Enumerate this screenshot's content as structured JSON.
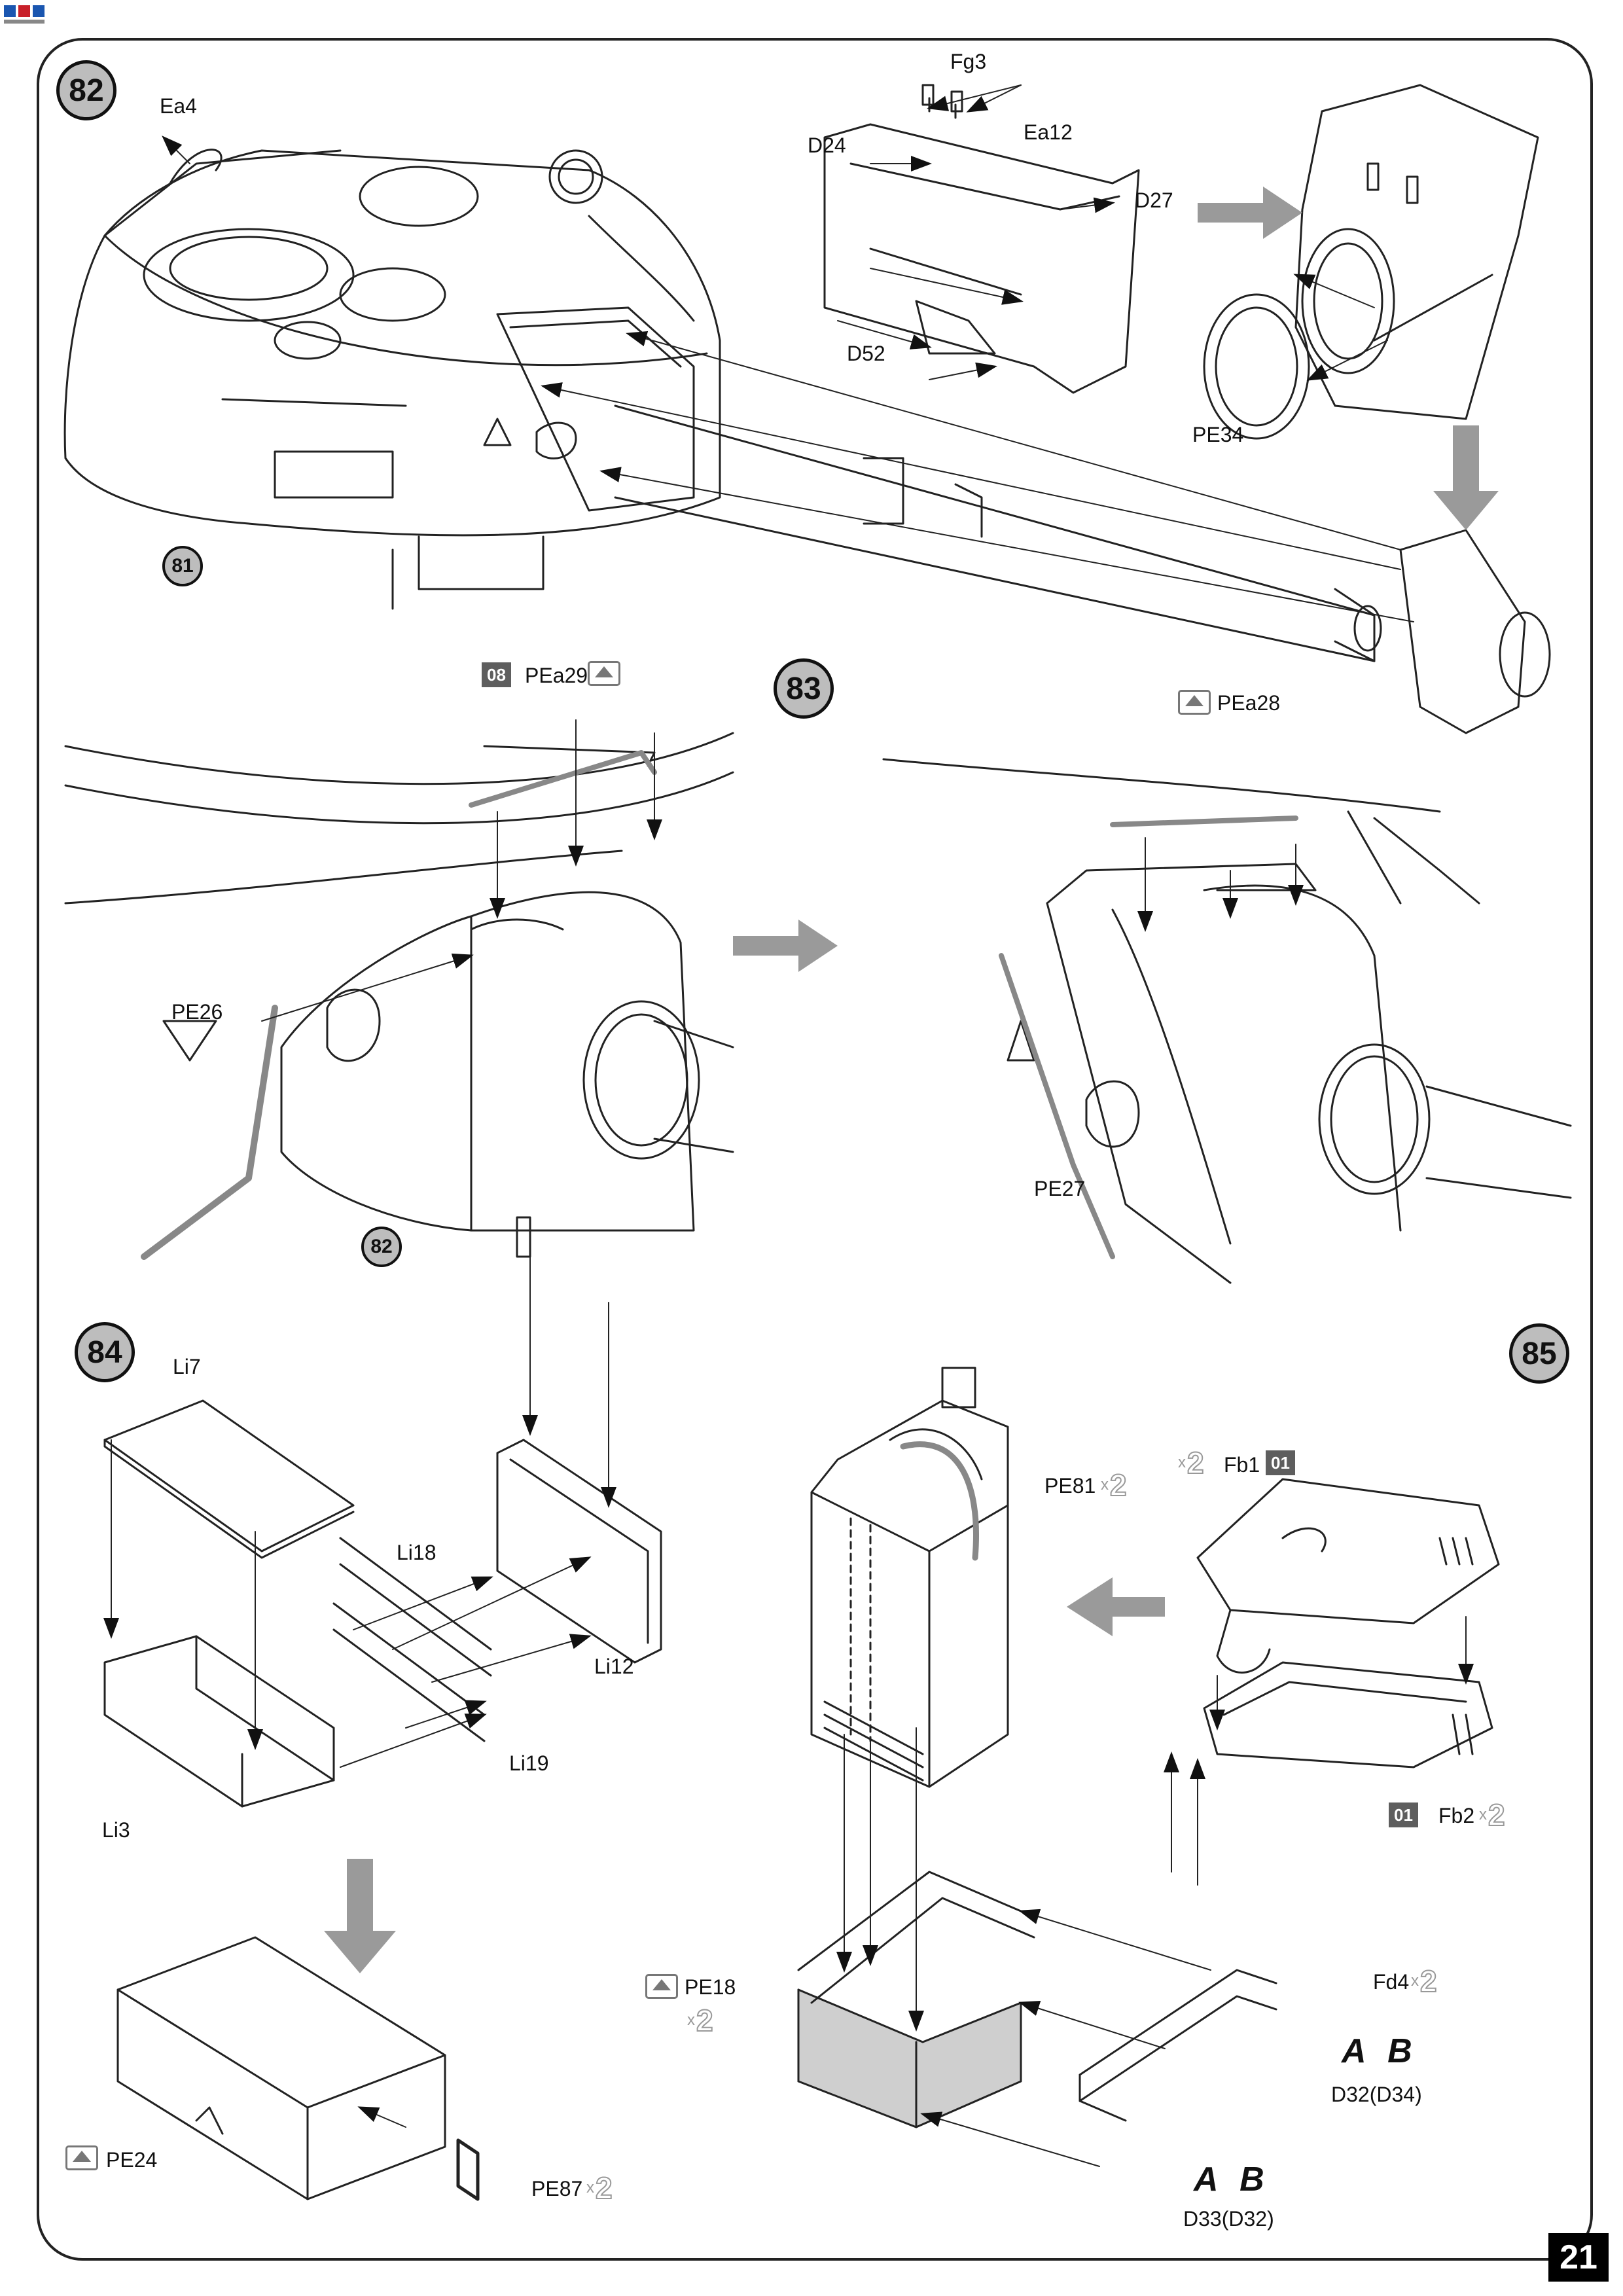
{
  "page_number": "21",
  "steps": [
    {
      "number": "82",
      "sub_ref": "81"
    },
    {
      "number": "83",
      "sub_ref": "82"
    },
    {
      "number": "84"
    },
    {
      "number": "85"
    }
  ],
  "parts": {
    "ea4": "Ea4",
    "fg3": "Fg3",
    "d24": "D24",
    "ea12": "Ea12",
    "d27": "D27",
    "d52": "D52",
    "pe34": "PE34",
    "pea29": "PEa29",
    "pe26": "PE26",
    "pea28": "PEa28",
    "pe27": "PE27",
    "li7": "Li7",
    "li18": "Li18",
    "li12": "Li12",
    "li19": "Li19",
    "li3": "Li3",
    "pe24": "PE24",
    "pe87": "PE87",
    "pe81": "PE81",
    "fb1": "Fb1",
    "fb2": "Fb2",
    "pe18": "PE18",
    "fd4": "Fd4",
    "d32_d34": "D32(D34)",
    "d33_d32": "D33(D32)"
  },
  "paint_codes": {
    "pea29": "08",
    "fb1": "01",
    "fb2": "01"
  },
  "quantities": {
    "pe87": "2",
    "pe81": "2",
    "fb1": "2",
    "fb2": "2",
    "pe18": "2",
    "fd4": "2"
  },
  "quantity_prefix": "x",
  "variants": {
    "d32_row": "A B",
    "d33_row": "A B"
  },
  "colors": {
    "step_fill": "#bdbdbd",
    "paint_tag": "#5e5e5e",
    "arrow": "#9a9a9a",
    "line": "#222222"
  }
}
